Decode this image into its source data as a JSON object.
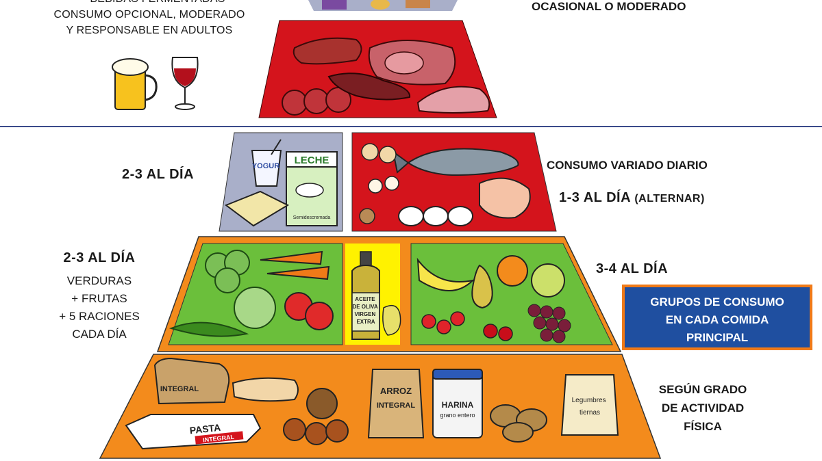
{
  "top_tier": {
    "label_cut": "BEBIDAS FERMENTADAS",
    "sub_line1": "CONSUMO OPCIONAL, MODERADO",
    "sub_line2": "Y RESPONSABLE EN ADULTOS",
    "right_label": "OCASIONAL O MODERADO"
  },
  "dairy_tier": {
    "label": "2-3  AL DÍA",
    "yogurt_text": "YOGUR",
    "milk_text": "LECHE",
    "milk_sub": "Semidescremada"
  },
  "protein_tier": {
    "line1": "CONSUMO VARIADO DIARIO",
    "line2": "1-3  AL DÍA",
    "line2_note": "(ALTERNAR)"
  },
  "veg_tier": {
    "left_title": "2-3  AL DÍA",
    "left_lines": [
      "VERDURAS",
      "+ FRUTAS",
      "+ 5 RACIONES",
      "CADA DÍA"
    ],
    "oil_text": [
      "ACEITE",
      "DE OLIVA",
      "VIRGEN",
      "EXTRA"
    ],
    "right_label": "3-4  AL DÍA"
  },
  "group_box": {
    "lines": [
      "GRUPOS DE CONSUMO",
      "EN CADA COMIDA",
      "PRINCIPAL"
    ]
  },
  "grain_tier": {
    "bread_text": "INTEGRAL",
    "pasta_text": "PASTA",
    "pasta_sub": "INTEGRAL",
    "rice_text": "ARROZ",
    "rice_sub": "INTEGRAL",
    "flour_text": "HARINA",
    "flour_sub": "grano entero",
    "legumes_text": [
      "Legumbres",
      "tiernas"
    ],
    "right_lines": [
      "SEGÚN GRADO",
      "DE ACTIVIDAD",
      "FÍSICA"
    ]
  },
  "colors": {
    "red": "#d4141c",
    "green": "#6bbf3b",
    "orange": "#f38b1c",
    "gray_blue": "#a9afc9",
    "yellow": "#fff200",
    "navy": "#1f4fa0"
  }
}
